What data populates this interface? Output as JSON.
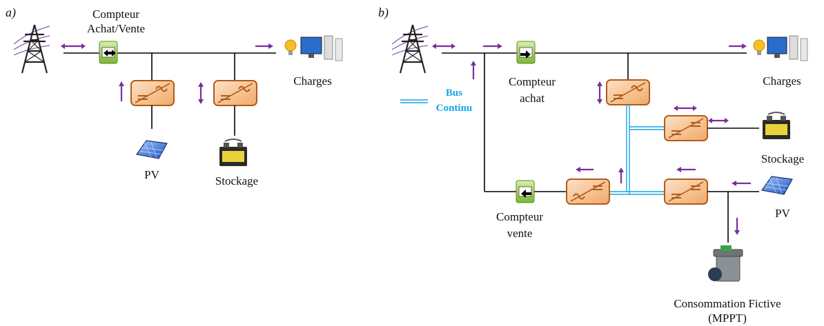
{
  "panel_a": {
    "label": "a)",
    "meter_line1": "Compteur",
    "meter_line2": "Achat/Vente",
    "loads": "Charges",
    "pv": "PV",
    "storage": "Stockage"
  },
  "panel_b": {
    "label": "b)",
    "bus_line1": "Bus",
    "bus_line2": "Continu",
    "buy_meter_line1": "Compteur",
    "buy_meter_line2": "achat",
    "sell_meter_line1": "Compteur",
    "sell_meter_line2": "vente",
    "loads": "Charges",
    "storage": "Stockage",
    "pv": "PV",
    "fictive_line1": "Consommation Fictive",
    "fictive_line2": "(MPPT)"
  },
  "colors": {
    "arrow": "#7a2e9a",
    "dc_bus": "#12a6e6",
    "line": "#000000",
    "converter_border": "#b35a18",
    "converter_fill": "#f7c99a",
    "meter_green": "#8cc63f"
  }
}
